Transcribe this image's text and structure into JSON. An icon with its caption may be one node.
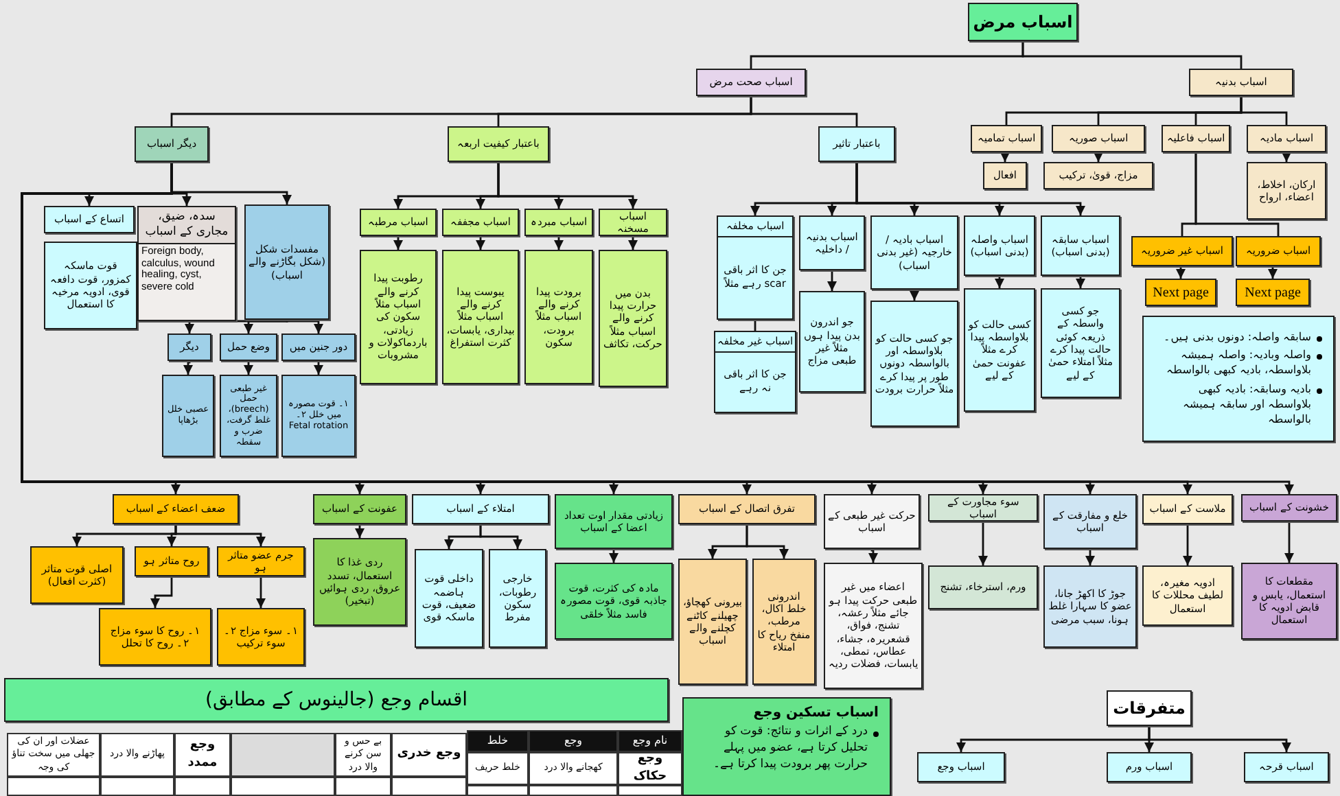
{
  "diagram": {
    "nodes": [
      {
        "text": [
          "اسباب مرض"
        ]
      },
      {
        "text": [
          "اسباب بدنیہ"
        ]
      },
      {
        "text": [
          "اسباب صحت مرض"
        ]
      },
      {
        "text": [
          "اسباب تمامیہ"
        ]
      },
      {
        "text": [
          "اسباب صوریہ"
        ]
      },
      {
        "text": [
          "اسباب فاعلیہ"
        ]
      },
      {
        "text": [
          "اسباب مادیہ"
        ]
      },
      {
        "text": [
          "افعال"
        ]
      },
      {
        "text": [
          "مزاج، قویٰ، ترکیب"
        ]
      },
      {
        "text": [
          "ارکان، اخلاط، اعضاء، ارواح"
        ]
      },
      {
        "text": [
          "اسباب غیر ضروریہ"
        ]
      },
      {
        "text": [
          "اسباب ضروریہ"
        ]
      },
      {
        "text": [
          "Next page"
        ]
      },
      {
        "text": [
          "Next page"
        ]
      },
      {
        "text": [
          "سابقہ واصلہ: دونوں بدنی ہیں۔",
          "واصلہ وبادیہ: واصلہ ہمیشہ بلاواسطہ، بادیہ کبھی بالواسطہ",
          "بادیہ وسابقہ: بادیہ کبھی بلاواسطہ اور سابقہ ہمیشہ بالواسطہ"
        ]
      },
      {
        "text": [
          "دیگر اسباب"
        ]
      },
      {
        "text": [
          "باعتبار کیفیت اربعہ"
        ]
      },
      {
        "text": [
          "باعتبار تاثیر"
        ]
      },
      {
        "text": [
          "اتساع کے اسباب"
        ]
      },
      {
        "text": [
          "قوت ماسکہ کمزور، قوت دافعہ قوی، ادویہ مرخیہ کا استعمال"
        ]
      },
      {
        "text": [
          "سدہ، ضیق، مجاری کے اسباب",
          "Foreign body, calculus, wound healing, cyst, severe cold"
        ]
      },
      {
        "text": [
          "مفسدات شکل (شکل بگاڑنے والے اسباب)"
        ]
      },
      {
        "text": [
          "دیگر"
        ]
      },
      {
        "text": [
          "وضع حمل"
        ]
      },
      {
        "text": [
          "دور جنین میں"
        ]
      },
      {
        "text": [
          "عصبی خلل بڑھاپا"
        ]
      },
      {
        "text": [
          "غیر طبعی حمل (breech)، غلط گرفت، ضرب و سقطہ"
        ]
      },
      {
        "text": [
          "۱۔ قوت مصورہ میں خلل ۲۔ Fetal rotation"
        ]
      },
      {
        "text": [
          "اسباب مرطبہ"
        ]
      },
      {
        "text": [
          "رطوبت پیدا کرنے والے اسباب مثلاً سکون کی زیادتی، باردماکولات و مشروبات"
        ]
      },
      {
        "text": [
          "اسباب مجففہ"
        ]
      },
      {
        "text": [
          "یبوست پیدا کرنے والے اسباب مثلاً بیداری، یابسات، کثرت استفراغ"
        ]
      },
      {
        "text": [
          "اسباب مبردہ"
        ]
      },
      {
        "text": [
          "برودت پیدا کرنے والے اسباب مثلاً برودت، سکون"
        ]
      },
      {
        "text": [
          "اسباب مسخنہ"
        ]
      },
      {
        "text": [
          "بدن میں حرارت پیدا کرنے والے اسباب مثلاً حرکت، تکاثف"
        ]
      },
      {
        "text": [
          "اسباب مخلفہ",
          "جن کا اثر باقی رہے مثلاً scar"
        ]
      },
      {
        "text": [
          "اسباب غیر مخلفہ",
          "جن کا اثر باقی نہ رہے"
        ]
      },
      {
        "text": [
          "اسباب بدنیہ / داخلیہ"
        ]
      },
      {
        "text": [
          "جو اندرون بدن پیدا ہوں مثلاً غیر طبعی مزاج"
        ]
      },
      {
        "text": [
          "اسباب بادیہ / خارجیہ (غیر بدنی اسباب)"
        ]
      },
      {
        "text": [
          "جو کسی حالت کو بلاواسطہ اور بالواسطہ دونوں طور پر پیدا کرے مثلاً حرارت برودت"
        ]
      },
      {
        "text": [
          "اسباب واصلہ (بدنی اسباب)"
        ]
      },
      {
        "text": [
          "کسی حالت کو بلاواسطہ پیدا کرے مثلاً عفونت حمیٰ کے لیے"
        ]
      },
      {
        "text": [
          "اسباب سابقہ (بدنی اسباب)"
        ]
      },
      {
        "text": [
          "جو کسی واسطہ کے ذریعہ کوئی حالت پیدا کرے مثلاً امتلاء حمیٰ کے لیے"
        ]
      },
      {
        "text": [
          "ضعف اعضاء کے اسباب"
        ]
      },
      {
        "text": [
          "اصلی قوت متاثر (کثرت افعال)"
        ]
      },
      {
        "text": [
          "روح متاثر ہو"
        ]
      },
      {
        "text": [
          "جرم عضو متاثر ہو"
        ]
      },
      {
        "text": [
          "۱۔ روح کا سوء مزاج ۲۔ روح کا تحلل"
        ]
      },
      {
        "text": [
          "۱۔ سوء مزاج ۲۔ سوء ترکیب"
        ]
      },
      {
        "text": [
          "عفونت کے اسباب"
        ]
      },
      {
        "text": [
          "ردی غذا کا استعمال، تسدد عروق، ردی ہوائیں (تبخیر)"
        ]
      },
      {
        "text": [
          "امتلاء کے اسباب"
        ]
      },
      {
        "text": [
          "داخلی قوت ہاضمہ ضعیف، قوت ماسکہ قوی"
        ]
      },
      {
        "text": [
          "خارجی رطوبات، سکون مفرط"
        ]
      },
      {
        "text": [
          "زیادتی مقدار اوت تعداد اعضا کے اسباب"
        ]
      },
      {
        "text": [
          "مادہ کی کثرت، قوت جاذبہ قوی، قوت مصورہ فاسد مثلاً خلقی"
        ]
      },
      {
        "text": [
          "تفرق اتصال کے اسباب"
        ]
      },
      {
        "text": [
          "بیرونی کھچاؤ، چھیلنے کاٹنے کچلنے والے اسباب"
        ]
      },
      {
        "text": [
          "اندرونی خلط اکال، مرطب، منفخ ریاح کا امتلاء"
        ]
      },
      {
        "text": [
          "حرکت غیر طبعی کے اسباب"
        ]
      },
      {
        "text": [
          "اعضاء میں غیر طبعی حرکت پیدا ہو جائے مثلاً رعشہ، تشنج، فواق، قشعریرہ، جشاء، عطاس، تمطی، یابسات، فضلات ردیہ"
        ]
      },
      {
        "text": [
          "سوء مجاورت کے اسباب"
        ]
      },
      {
        "text": [
          "ورم، استرخاء، تشنج"
        ]
      },
      {
        "text": [
          "خلع و مفارقت کے اسباب"
        ]
      },
      {
        "text": [
          "جوڑ کا اکھڑ جانا، عضو کا سہارا غلط ہونا، سبب مرضی"
        ]
      },
      {
        "text": [
          "ملاست کے اسباب"
        ]
      },
      {
        "text": [
          "ادویہ مغیرہ، لطیف محللات کا استعمال"
        ]
      },
      {
        "text": [
          "خشونت کے اسباب"
        ]
      },
      {
        "text": [
          "مقطعات کا استعمال، یابس و قابض ادویہ کا استعمال"
        ]
      },
      {
        "text": [
          "اقسام وجع (جالینوس کے مطابق)"
        ]
      },
      {
        "text": [
          "اسباب تسکین وجع",
          "درد کے اثرات و نتائج: قوت کو تحلیل کرتا ہے، عضو میں پہلے حرارت پھر برودت پیدا کرتا ہے۔"
        ]
      },
      {
        "text": [
          "متفرقات"
        ]
      },
      {
        "text": [
          "اسباب وجع"
        ]
      },
      {
        "text": [
          "اسباب ورم"
        ]
      },
      {
        "text": [
          "اسباب قرحہ"
        ]
      }
    ],
    "edges": [
      {
        "from": 0,
        "to": 1,
        "arrow": "none"
      },
      {
        "from": 0,
        "to": 2,
        "arrow": "none"
      },
      {
        "from": 1,
        "to": 3,
        "arrow": "none"
      },
      {
        "from": 1,
        "to": 4,
        "arrow": "none"
      },
      {
        "from": 1,
        "to": 5,
        "arrow": "none"
      },
      {
        "from": 1,
        "to": 6,
        "arrow": "none"
      },
      {
        "from": 3,
        "to": 7,
        "arrow": "to"
      },
      {
        "from": 4,
        "to": 8,
        "arrow": "to"
      },
      {
        "from": 6,
        "to": 9,
        "arrow": "to"
      },
      {
        "from": 5,
        "to": 10,
        "arrow": "none"
      },
      {
        "from": 5,
        "to": 11,
        "arrow": "none"
      },
      {
        "from": 10,
        "to": 12,
        "arrow": "to"
      },
      {
        "from": 11,
        "to": 13,
        "arrow": "to"
      },
      {
        "from": 2,
        "to": 15,
        "arrow": "none"
      },
      {
        "from": 2,
        "to": 16,
        "arrow": "none"
      },
      {
        "from": 2,
        "to": 17,
        "arrow": "none"
      },
      {
        "from": 15,
        "to": 18,
        "arrow": "to"
      },
      {
        "from": 15,
        "to": 20,
        "arrow": "to"
      },
      {
        "from": 15,
        "to": 21,
        "arrow": "to"
      },
      {
        "from": 21,
        "to": 22,
        "arrow": "to"
      },
      {
        "from": 21,
        "to": 23,
        "arrow": "to"
      },
      {
        "from": 21,
        "to": 24,
        "arrow": "to"
      },
      {
        "from": 22,
        "to": 25,
        "arrow": "to"
      },
      {
        "from": 23,
        "to": 26,
        "arrow": "to"
      },
      {
        "from": 24,
        "to": 27,
        "arrow": "to"
      },
      {
        "from": 16,
        "to": 28,
        "arrow": "to"
      },
      {
        "from": 16,
        "to": 30,
        "arrow": "to"
      },
      {
        "from": 16,
        "to": 32,
        "arrow": "to"
      },
      {
        "from": 16,
        "to": 34,
        "arrow": "to"
      },
      {
        "from": 28,
        "to": 29,
        "arrow": "to"
      },
      {
        "from": 30,
        "to": 31,
        "arrow": "to"
      },
      {
        "from": 32,
        "to": 33,
        "arrow": "to"
      },
      {
        "from": 34,
        "to": 35,
        "arrow": "to"
      },
      {
        "from": 17,
        "to": 36,
        "arrow": "to"
      },
      {
        "from": 17,
        "to": 38,
        "arrow": "to"
      },
      {
        "from": 17,
        "to": 40,
        "arrow": "to"
      },
      {
        "from": 17,
        "to": 42,
        "arrow": "to"
      },
      {
        "from": 17,
        "to": 44,
        "arrow": "to"
      },
      {
        "from": 36,
        "to": 37,
        "arrow": "none"
      },
      {
        "from": 38,
        "to": 39,
        "arrow": "to"
      },
      {
        "from": 40,
        "to": 41,
        "arrow": "to"
      },
      {
        "from": 42,
        "to": 43,
        "arrow": "to"
      },
      {
        "from": 44,
        "to": 45,
        "arrow": "to"
      },
      {
        "from": 15,
        "to": 46,
        "arrow": "to"
      },
      {
        "from": 15,
        "to": 52,
        "arrow": "to"
      },
      {
        "from": 15,
        "to": 54,
        "arrow": "to"
      },
      {
        "from": 15,
        "to": 57,
        "arrow": "to"
      },
      {
        "from": 15,
        "to": 59,
        "arrow": "to"
      },
      {
        "from": 15,
        "to": 62,
        "arrow": "to"
      },
      {
        "from": 15,
        "to": 64,
        "arrow": "to"
      },
      {
        "from": 15,
        "to": 66,
        "arrow": "to"
      },
      {
        "from": 15,
        "to": 68,
        "arrow": "to"
      },
      {
        "from": 15,
        "to": 70,
        "arrow": "to"
      },
      {
        "from": 46,
        "to": 47,
        "arrow": "to"
      },
      {
        "from": 46,
        "to": 48,
        "arrow": "to"
      },
      {
        "from": 46,
        "to": 49,
        "arrow": "to"
      },
      {
        "from": 48,
        "to": 50,
        "arrow": "to"
      },
      {
        "from": 49,
        "to": 51,
        "arrow": "to"
      },
      {
        "from": 52,
        "to": 53,
        "arrow": "to"
      },
      {
        "from": 54,
        "to": 55,
        "arrow": "to"
      },
      {
        "from": 54,
        "to": 56,
        "arrow": "to"
      },
      {
        "from": 57,
        "to": 58,
        "arrow": "to"
      },
      {
        "from": 59,
        "to": 60,
        "arrow": "to"
      },
      {
        "from": 59,
        "to": 61,
        "arrow": "to"
      },
      {
        "from": 62,
        "to": 63,
        "arrow": "to"
      },
      {
        "from": 64,
        "to": 65,
        "arrow": "to"
      },
      {
        "from": 66,
        "to": 67,
        "arrow": "to"
      },
      {
        "from": 68,
        "to": 69,
        "arrow": "to"
      },
      {
        "from": 70,
        "to": 71,
        "arrow": "to"
      },
      {
        "from": 74,
        "to": 75,
        "arrow": "to"
      },
      {
        "from": 74,
        "to": 76,
        "arrow": "to"
      },
      {
        "from": 74,
        "to": 77,
        "arrow": "to"
      }
    ],
    "labels": [
      "نام وجع",
      "وجع",
      "خلط",
      "وجع حکاک",
      "کھجانے والا درد",
      "خلط حریف",
      "وجع خدری",
      "بے حس و سن کرنے والا درد",
      "وجع ممدد",
      "پھاڑنے والا درد",
      "عضلات اور ان کی جھلی میں سخت تناؤ کی وجہ"
    ]
  }
}
